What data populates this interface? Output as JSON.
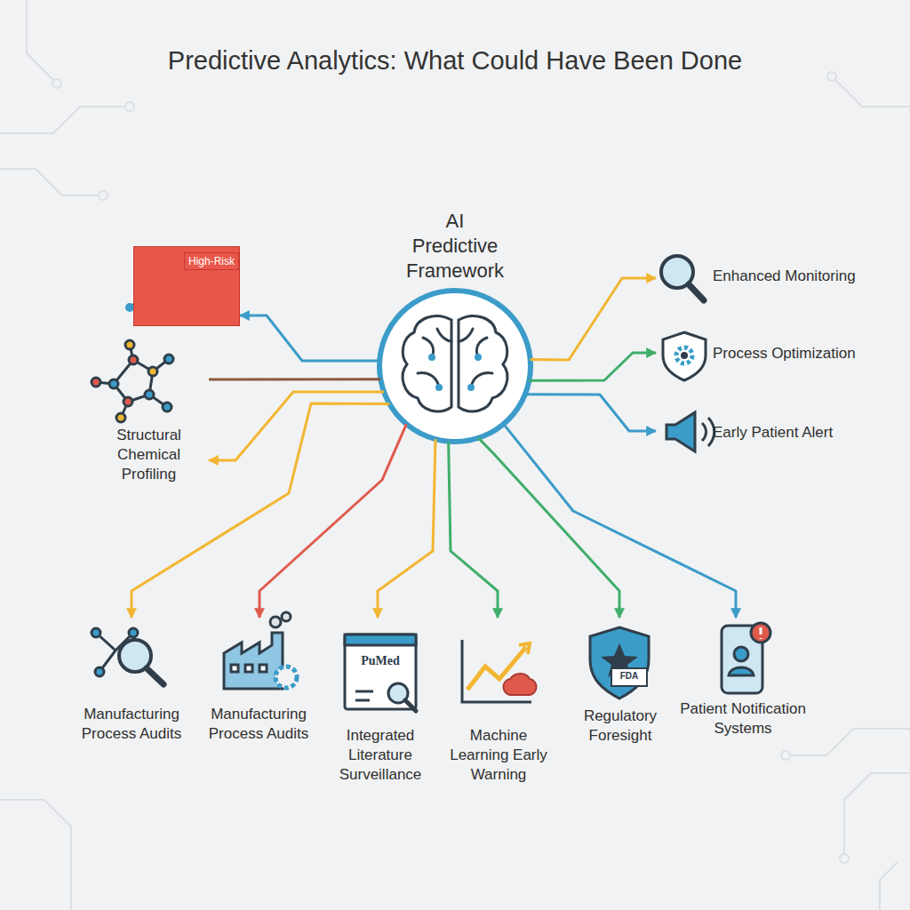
{
  "diagram": {
    "title": "Predictive Analytics: What Could Have Been Done",
    "nodes": [
      {
        "text": [
          "AI Predictive Framework"
        ]
      },
      {
        "text": [
          "High-Risk"
        ]
      },
      {
        "text": [
          "Structural Chemical Profiling"
        ]
      },
      {
        "text": [
          "Enhanced Monitoring"
        ]
      },
      {
        "text": [
          "Process Optimization"
        ]
      },
      {
        "text": [
          "Early Patient Alert"
        ]
      },
      {
        "text": [
          "Manufacturing Process Audits"
        ]
      },
      {
        "text": [
          "Manufacturing Process Audits"
        ]
      },
      {
        "text": [
          "Integrated Literature Surveillance"
        ]
      },
      {
        "text": [
          "Machine Learning Early Warning"
        ]
      },
      {
        "text": [
          "Regulatory Foresight"
        ]
      },
      {
        "text": [
          "Patient Notification Systems"
        ]
      }
    ],
    "edges": [
      {
        "from": 0,
        "to": 1,
        "arrow": "to"
      },
      {
        "from": 0,
        "to": 2,
        "arrow": "none"
      },
      {
        "from": 0,
        "to": 2,
        "arrow": "to"
      },
      {
        "from": 0,
        "to": 3,
        "arrow": "to"
      },
      {
        "from": 0,
        "to": 4,
        "arrow": "to"
      },
      {
        "from": 0,
        "to": 5,
        "arrow": "to"
      },
      {
        "from": 0,
        "to": 6,
        "arrow": "to"
      },
      {
        "from": 0,
        "to": 7,
        "arrow": "to"
      },
      {
        "from": 0,
        "to": 8,
        "arrow": "to"
      },
      {
        "from": 0,
        "to": 9,
        "arrow": "to"
      },
      {
        "from": 0,
        "to": 10,
        "arrow": "to"
      },
      {
        "from": 0,
        "to": 11,
        "arrow": "to"
      }
    ],
    "labels": [
      "PuMed",
      "FDA"
    ]
  }
}
